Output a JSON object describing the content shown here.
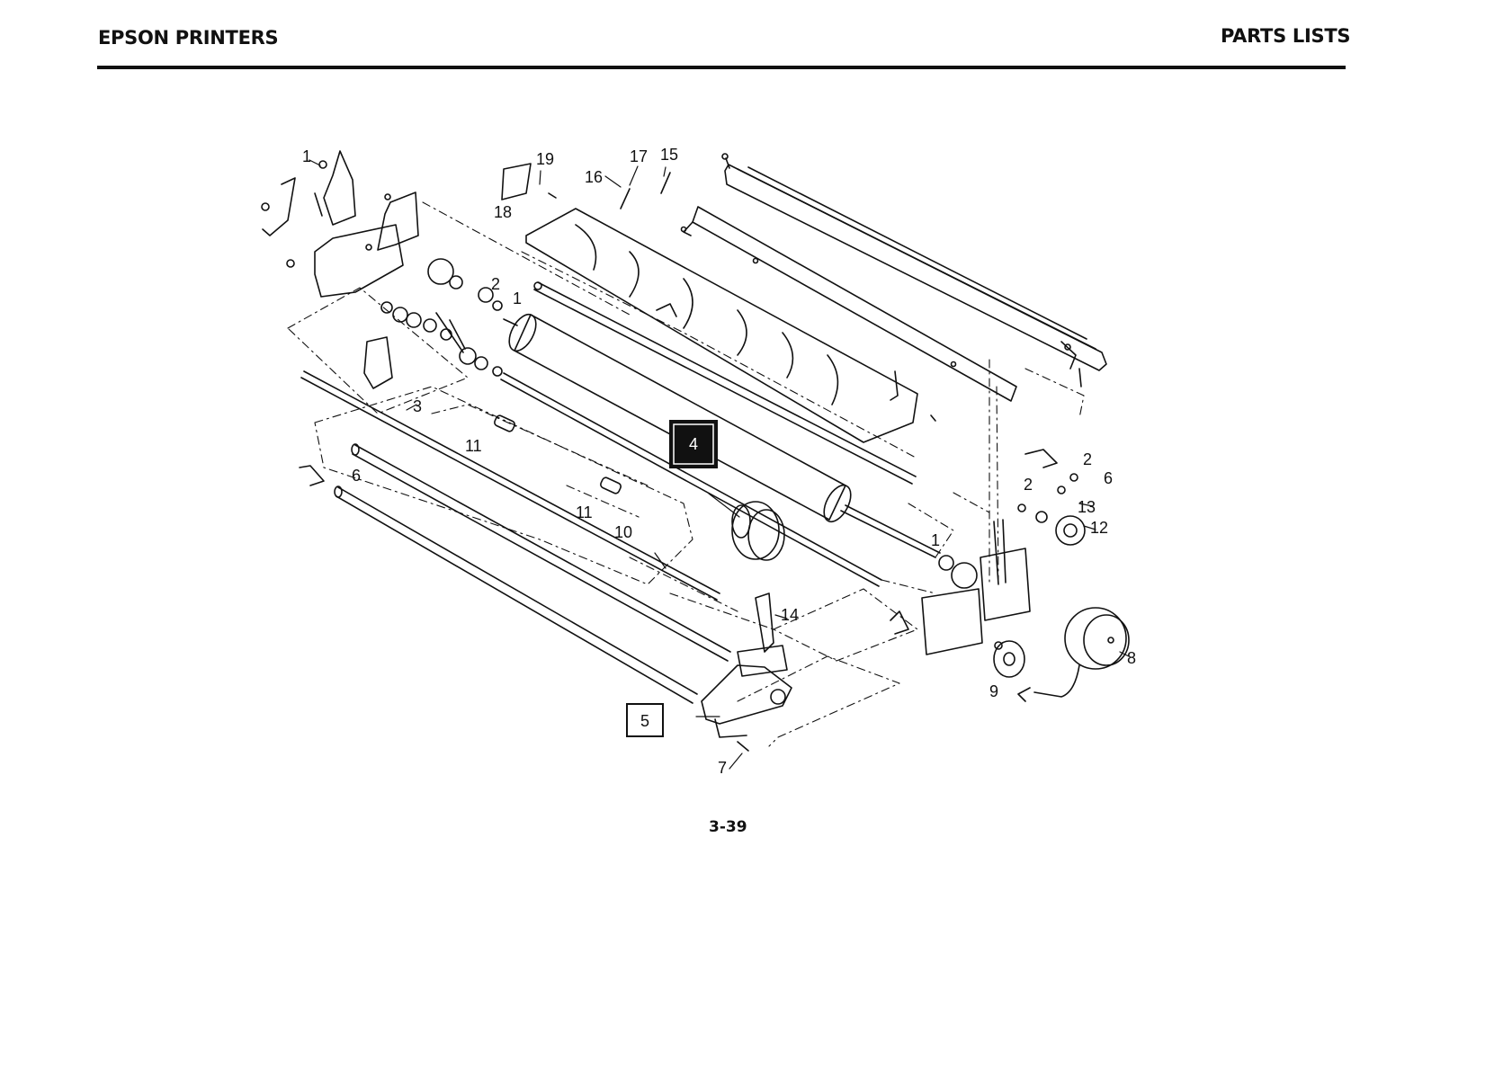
{
  "header": {
    "left": "EPSON PRINTERS",
    "right": "PARTS LISTS"
  },
  "footer": {
    "page_number": "3-39"
  },
  "callouts": [
    {
      "id": "c1a",
      "text": "1"
    },
    {
      "id": "c19",
      "text": "19"
    },
    {
      "id": "c17",
      "text": "17"
    },
    {
      "id": "c15",
      "text": "15"
    },
    {
      "id": "c16",
      "text": "16"
    },
    {
      "id": "c18",
      "text": "18"
    },
    {
      "id": "c2a",
      "text": "2"
    },
    {
      "id": "c1b",
      "text": "1"
    },
    {
      "id": "c3",
      "text": "3"
    },
    {
      "id": "c11a",
      "text": "11"
    },
    {
      "id": "c6a",
      "text": "6"
    },
    {
      "id": "c11b",
      "text": "11"
    },
    {
      "id": "c10",
      "text": "10"
    },
    {
      "id": "c14",
      "text": "14"
    },
    {
      "id": "c7",
      "text": "7"
    },
    {
      "id": "c2b",
      "text": "2"
    },
    {
      "id": "c6b",
      "text": "6"
    },
    {
      "id": "c2c",
      "text": "2"
    },
    {
      "id": "c13",
      "text": "13"
    },
    {
      "id": "c12",
      "text": "12"
    },
    {
      "id": "c1c",
      "text": "1"
    },
    {
      "id": "c8",
      "text": "8"
    },
    {
      "id": "c9",
      "text": "9"
    }
  ],
  "boxed_callouts": [
    {
      "id": "b4",
      "text": "4",
      "style": "filled"
    },
    {
      "id": "b5",
      "text": "5",
      "style": "outlined"
    }
  ],
  "colors": {
    "ink": "#111111",
    "paper": "#ffffff"
  }
}
